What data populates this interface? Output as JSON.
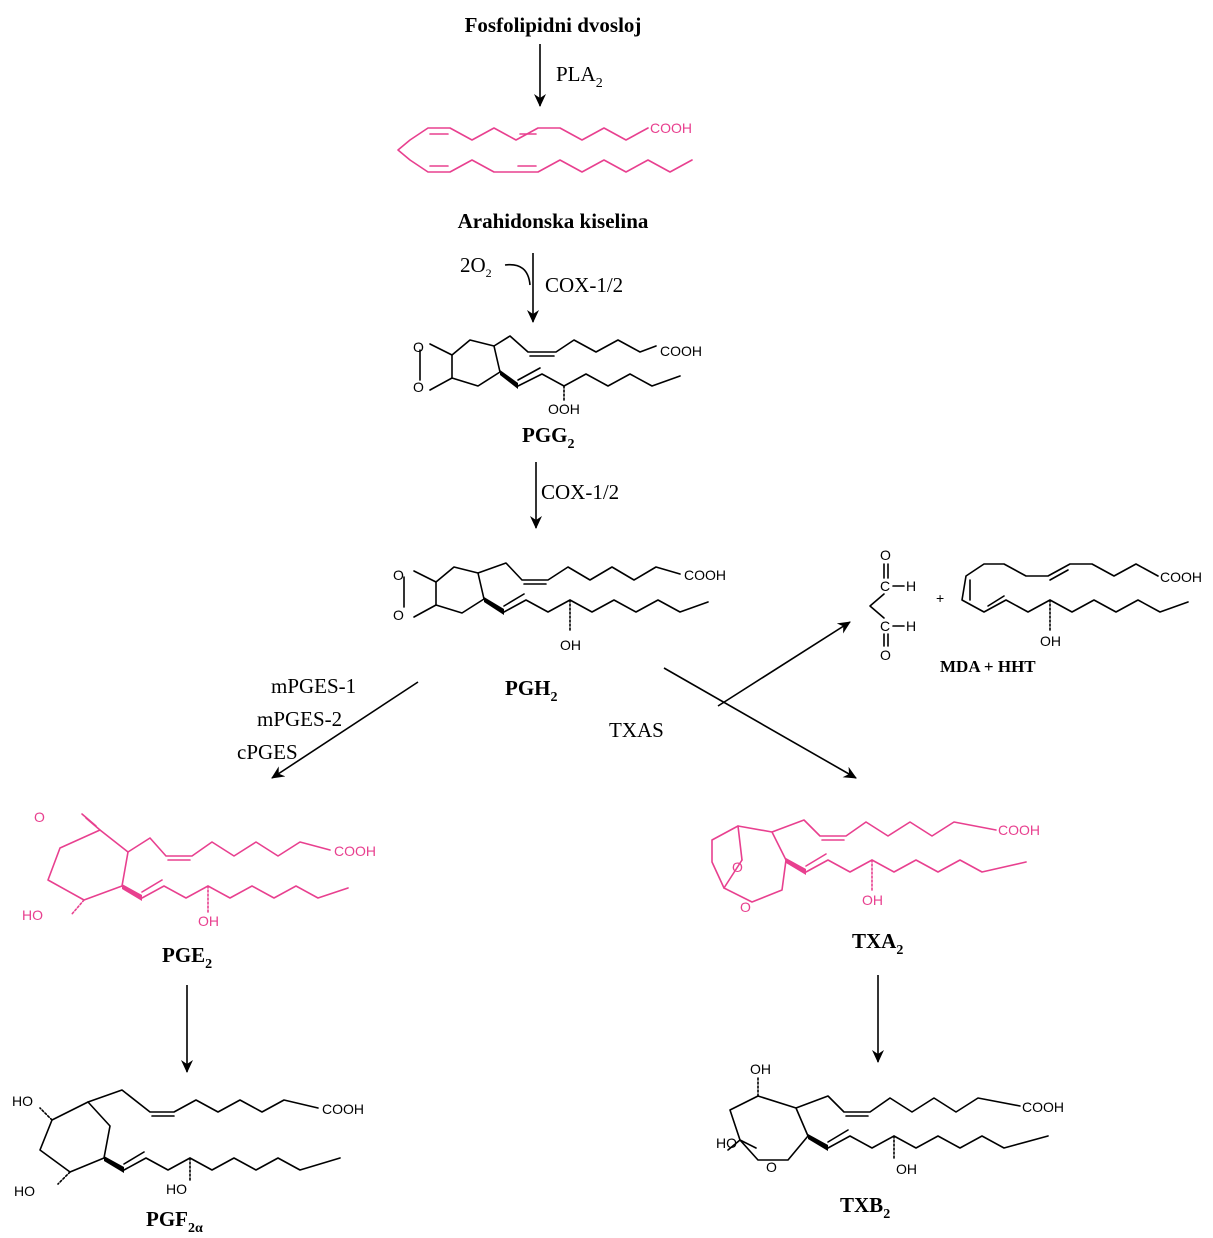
{
  "titles": {
    "phospholipid": "Fosfolipidni dvosloj",
    "arachidonic": "Arahidonska kiselina",
    "pgg2_main": "PGG",
    "pgg2_sub": "2",
    "pgh2_main": "PGH",
    "pgh2_sub": "2",
    "pge2_main": "PGE",
    "pge2_sub": "2",
    "pgf2a_main": "PGF",
    "pgf2a_sub": "2α",
    "txa2_main": "TXA",
    "txa2_sub": "2",
    "txb2_main": "TXB",
    "txb2_sub": "2",
    "mda_hht": "MDA + HHT"
  },
  "enzymes": {
    "pla2_main": "PLA",
    "pla2_sub": "2",
    "cox1": "COX-1/2",
    "cox2": "COX-1/2",
    "o2_main": "2O",
    "o2_sub": "2",
    "mpges1": "mPGES-1",
    "mpges2": "mPGES-2",
    "cpges": "cPGES",
    "txas": "TXAS"
  },
  "atoms": {
    "cooh": "COOH",
    "ooh": "OOH",
    "oh": "OH",
    "ho": "HO",
    "o": "O",
    "h": "H",
    "c": "C",
    "plus": "+"
  },
  "colors": {
    "highlight": "#e8408f",
    "default": "#000000"
  }
}
